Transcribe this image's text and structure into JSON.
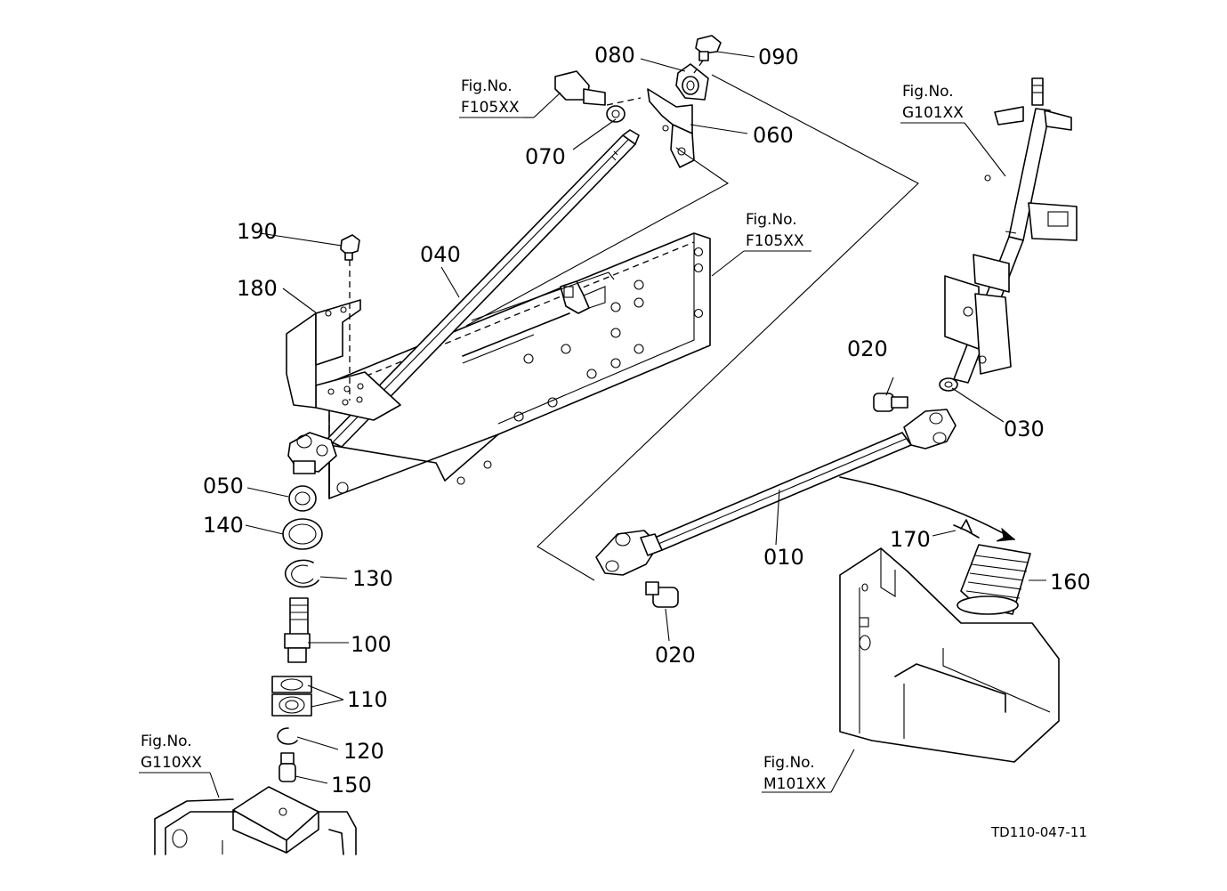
{
  "part_labels": {
    "p010": "010",
    "p020a": "020",
    "p020b": "020",
    "p030": "030",
    "p040": "040",
    "p050": "050",
    "p060": "060",
    "p070": "070",
    "p080": "080",
    "p090": "090",
    "p100": "100",
    "p110": "110",
    "p120": "120",
    "p130": "130",
    "p140": "140",
    "p150": "150",
    "p160": "160",
    "p170": "170",
    "p180": "180",
    "p190": "190"
  },
  "fig_refs": {
    "f105_top": {
      "line1": "Fig.No.",
      "line2": "F105XX"
    },
    "f105_mid": {
      "line1": "Fig.No.",
      "line2": "F105XX"
    },
    "g101": {
      "line1": "Fig.No.",
      "line2": "G101XX"
    },
    "g110": {
      "line1": "Fig.No.",
      "line2": "G110XX"
    },
    "m101": {
      "line1": "Fig.No.",
      "line2": "M101XX"
    }
  },
  "drawing_code": "TD110-047-11"
}
